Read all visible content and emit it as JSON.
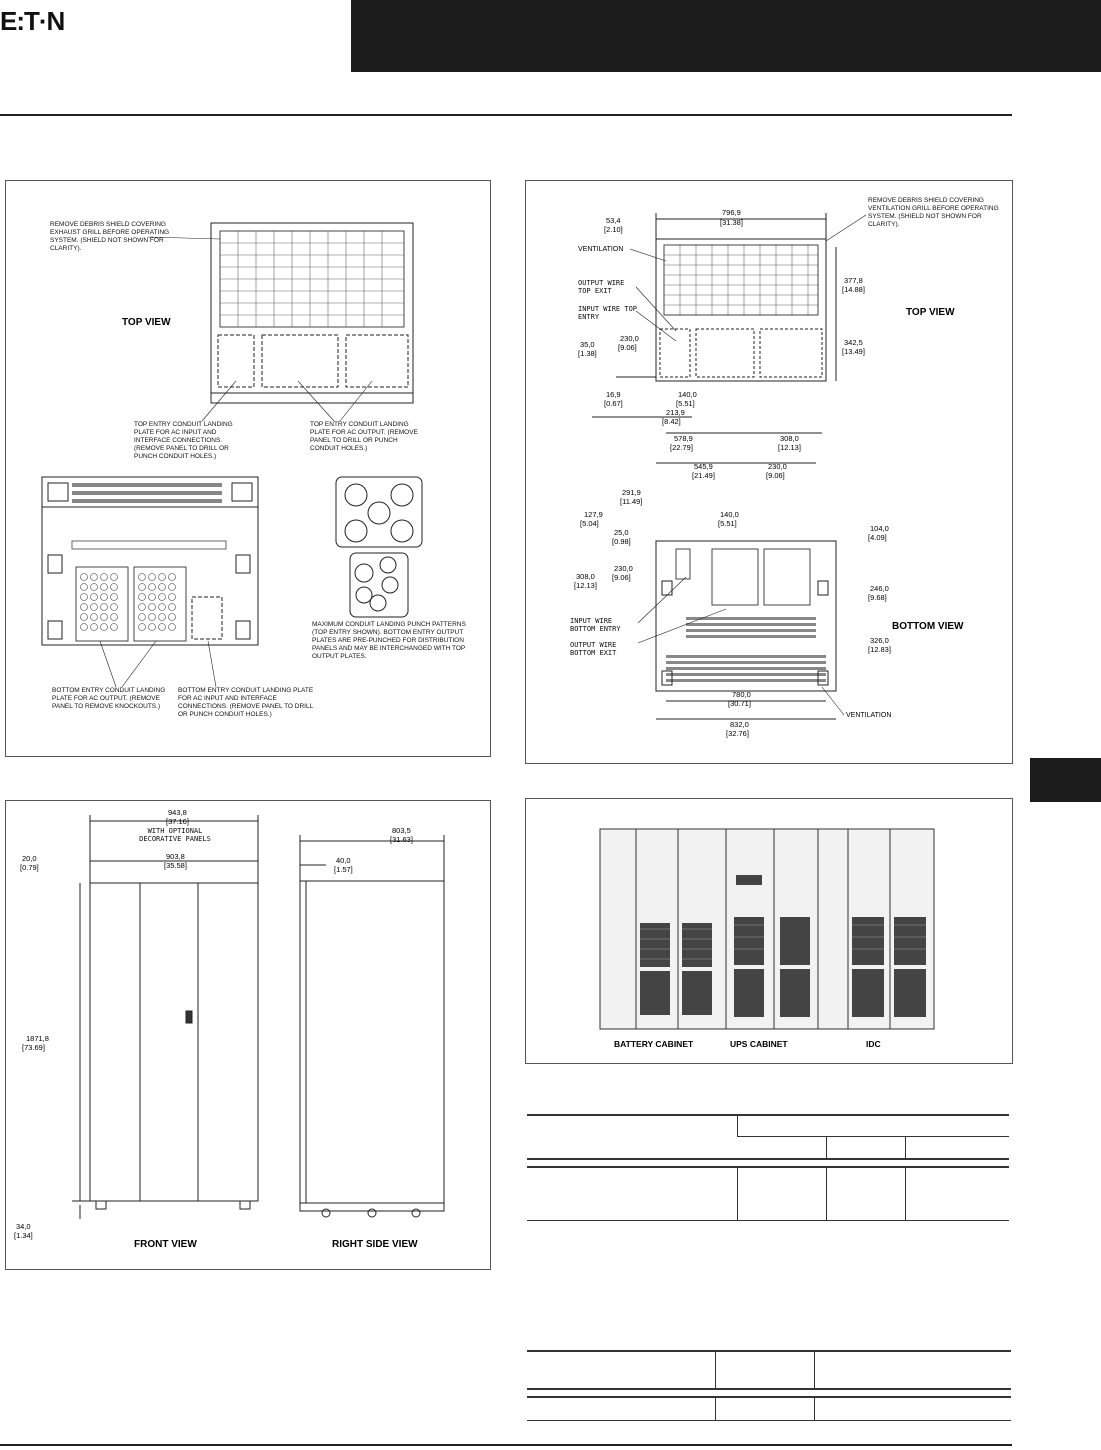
{
  "brand": {
    "logo_text": "E:T·N"
  },
  "fig_top_left": {
    "top_view_label": "TOP VIEW",
    "note_debris": "REMOVE DEBRIS SHIELD COVERING EXHAUST GRILL BEFORE OPERATING SYSTEM. (SHIELD NOT SHOWN FOR CLARITY).",
    "note_top_entry_ac_input": "TOP ENTRY CONDUIT LANDING PLATE FOR AC INPUT AND INTERFACE CONNECTIONS. (REMOVE PANEL TO DRILL OR PUNCH CONDUIT HOLES.)",
    "note_top_entry_ac_output": "TOP ENTRY CONDUIT LANDING PLATE FOR AC OUTPUT. (REMOVE PANEL TO DRILL OR PUNCH CONDUIT HOLES.)",
    "note_max_punch": "MAXIMUM CONDUIT LANDING PUNCH PATTERNS (TOP ENTRY SHOWN). BOTTOM ENTRY OUTPUT PLATES ARE PRE-PUNCHED FOR DISTRIBUTION PANELS AND MAY BE INTERCHANGED WITH TOP OUTPUT PLATES.",
    "note_bottom_entry_ac_output": "BOTTOM ENTRY CONDUIT LANDING PLATE FOR AC OUTPUT. (REMOVE PANEL TO REMOVE KNOCKOUTS.)",
    "note_bottom_entry_ac_input": "BOTTOM ENTRY CONDUIT LANDING PLATE FOR AC INPUT AND INTERFACE CONNECTIONS. (REMOVE PANEL TO DRILL OR PUNCH CONDUIT HOLES.)"
  },
  "fig_top_right": {
    "top_view_label": "TOP VIEW",
    "bottom_view_label": "BOTTOM VIEW",
    "note_debris": "REMOVE DEBRIS SHIELD COVERING VENTILATION GRILL BEFORE OPERATING SYSTEM. (SHIELD NOT SHOWN FOR CLARITY).",
    "lbl_ventilation": "VENTILATION",
    "lbl_output_top": "OUTPUT WIRE TOP EXIT",
    "lbl_input_top": "INPUT WIRE TOP ENTRY",
    "lbl_input_bottom": "INPUT WIRE BOTTOM ENTRY",
    "lbl_output_bottom": "OUTPUT WIRE BOTTOM EXIT",
    "lbl_ventilation_bottom": "VENTILATION",
    "dims": {
      "d1": "53,4",
      "d1b": "[2.10]",
      "d2": "796,9",
      "d2b": "[31.38]",
      "d3": "377,8",
      "d3b": "[14.88]",
      "d4": "342,5",
      "d4b": "[13.49]",
      "d5": "35,0",
      "d5b": "[1.38]",
      "d6": "230,0",
      "d6b": "[9.06]",
      "d7": "16,9",
      "d7b": "[0.67]",
      "d8": "140,0",
      "d8b": "[5.51]",
      "d9": "213,9",
      "d9b": "[8.42]",
      "d10": "578,9",
      "d10b": "[22.79]",
      "d11": "308,0",
      "d11b": "[12.13]",
      "e1": "545,9",
      "e1b": "[21.49]",
      "e2": "230,0",
      "e2b": "[9.06]",
      "e3": "291,9",
      "e3b": "[11.49]",
      "e4": "127,9",
      "e4b": "[5.04]",
      "e5": "140,0",
      "e5b": "[5.51]",
      "e6": "25,0",
      "e6b": "[0.98]",
      "e7": "104,0",
      "e7b": "[4.09]",
      "e8": "230,0",
      "e8b": "[9.06]",
      "e9": "308,0",
      "e9b": "[12.13]",
      "e10": "246,0",
      "e10b": "[9.68]",
      "e11": "326,0",
      "e11b": "[12.83]",
      "e12": "780,0",
      "e12b": "[30.71]",
      "e13": "832,0",
      "e13b": "[32.76]"
    }
  },
  "fig_bottom_left": {
    "front_view_label": "FRONT VIEW",
    "right_side_view_label": "RIGHT SIDE VIEW",
    "dim_overall": "943,8",
    "dim_overall_b": "[37.16]",
    "dim_overall_note": "WITH OPTIONAL DECORATIVE PANELS",
    "dim_width": "903,8",
    "dim_width_b": "[35.58]",
    "dim_side_gap": "20,0",
    "dim_side_gap_b": "[0.79]",
    "dim_height": "1871,8",
    "dim_height_b": "[73.69]",
    "dim_base": "34,0",
    "dim_base_b": "[1.34]",
    "dim_depth": "803,5",
    "dim_depth_b": "[31.63]",
    "dim_depth_gap": "40,0",
    "dim_depth_gap_b": "[1.57]"
  },
  "fig_bottom_right": {
    "lbl_battery": "BATTERY CABINET",
    "lbl_ups": "UPS CABINET",
    "lbl_idc": "IDC"
  }
}
